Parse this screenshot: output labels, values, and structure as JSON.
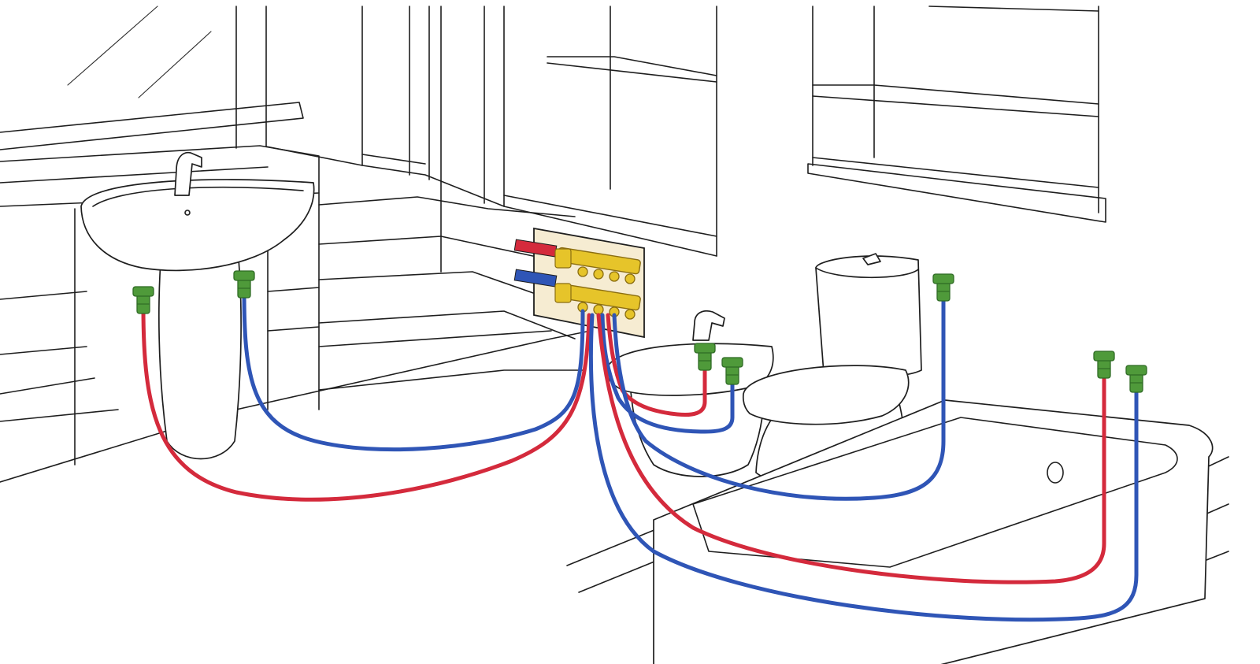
{
  "diagram": {
    "colors": {
      "hot": "#d42a3c",
      "cold": "#2f55b6",
      "fitting": "#4f9a3a",
      "fitting_dark": "#2f6b25",
      "manifold": "#e6c42a",
      "manifold_dark": "#8a6d10",
      "panel": "#f6ecd2",
      "line": "#1e1e1e"
    },
    "fixtures": [
      "washbasin",
      "bidet",
      "toilet",
      "bathtub"
    ],
    "pipes": [
      {
        "fixture": "washbasin",
        "type": "hot"
      },
      {
        "fixture": "washbasin",
        "type": "cold"
      },
      {
        "fixture": "bidet",
        "type": "hot"
      },
      {
        "fixture": "bidet",
        "type": "cold"
      },
      {
        "fixture": "toilet",
        "type": "cold"
      },
      {
        "fixture": "bathtub",
        "type": "hot"
      },
      {
        "fixture": "bathtub",
        "type": "cold"
      }
    ]
  }
}
